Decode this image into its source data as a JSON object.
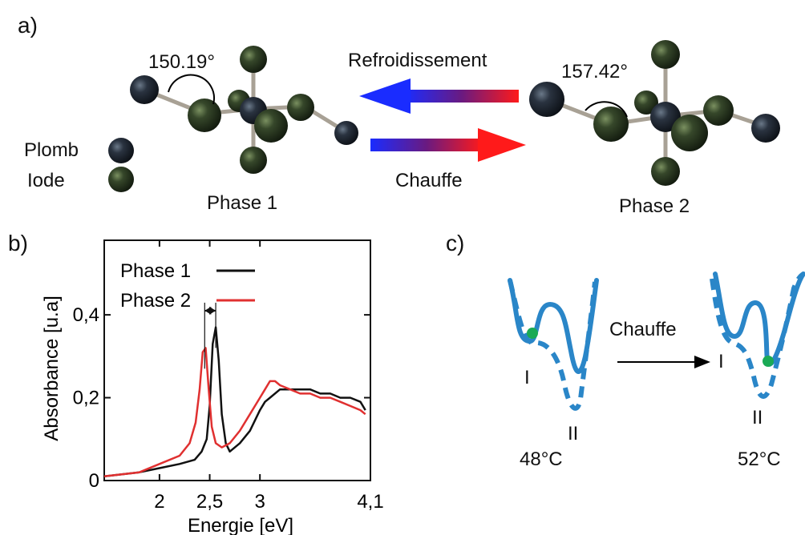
{
  "panel_a": {
    "label": "a)",
    "phase1_angle": "150.19°",
    "phase2_angle": "157.42°",
    "phase1_label": "Phase 1",
    "phase2_label": "Phase 2",
    "arrow_top_label": "Refroidissement",
    "arrow_bottom_label": "Chauffe",
    "legend": [
      {
        "label": "Plomb",
        "color": "#2a3340"
      },
      {
        "label": "Iode",
        "color": "#36472a"
      }
    ]
  },
  "panel_b": {
    "label": "b)"
  },
  "panel_c": {
    "label": "c)",
    "arrow_label": "Chauffe",
    "left_state_1": "I",
    "left_state_2": "II",
    "right_state_1": "I",
    "right_state_2": "II",
    "left_temp": "48°C",
    "right_temp": "52°C",
    "curve_color": "#2a86c8",
    "dot_color": "#1aaa55"
  },
  "chart_data": {
    "type": "line",
    "xlabel": "Energie [eV]",
    "ylabel": "Absorbance [u.a]",
    "xlim": [
      1.45,
      4.1
    ],
    "ylim": [
      0,
      0.58
    ],
    "x_ticks": [
      {
        "value": 2,
        "label": "2"
      },
      {
        "value": 2.5,
        "label": "2,5"
      },
      {
        "value": 3,
        "label": "3"
      },
      {
        "value": 4.1,
        "label": "4,1"
      }
    ],
    "y_ticks": [
      {
        "value": 0,
        "label": "0"
      },
      {
        "value": 0.2,
        "label": "0,2"
      },
      {
        "value": 0.4,
        "label": "0,4"
      }
    ],
    "legend_position": "top-left",
    "series": [
      {
        "name": "Phase 1",
        "color": "#111111",
        "x": [
          1.45,
          1.8,
          2.0,
          2.2,
          2.35,
          2.42,
          2.47,
          2.5,
          2.53,
          2.56,
          2.59,
          2.62,
          2.66,
          2.7,
          2.8,
          2.9,
          3.0,
          3.05,
          3.1,
          3.2,
          3.3,
          3.4,
          3.5,
          3.6,
          3.7,
          3.8,
          3.9,
          4.0,
          4.05
        ],
        "values": [
          0.01,
          0.02,
          0.03,
          0.04,
          0.05,
          0.07,
          0.1,
          0.18,
          0.33,
          0.37,
          0.29,
          0.16,
          0.09,
          0.07,
          0.09,
          0.12,
          0.17,
          0.19,
          0.2,
          0.22,
          0.22,
          0.22,
          0.22,
          0.21,
          0.21,
          0.2,
          0.2,
          0.19,
          0.17
        ]
      },
      {
        "name": "Phase 2",
        "color": "#e03030",
        "x": [
          1.45,
          1.8,
          2.0,
          2.2,
          2.3,
          2.36,
          2.4,
          2.43,
          2.46,
          2.49,
          2.52,
          2.56,
          2.62,
          2.7,
          2.8,
          2.9,
          3.0,
          3.05,
          3.1,
          3.15,
          3.2,
          3.3,
          3.4,
          3.5,
          3.6,
          3.7,
          3.8,
          3.9,
          4.0,
          4.05
        ],
        "values": [
          0.01,
          0.02,
          0.04,
          0.06,
          0.09,
          0.14,
          0.22,
          0.31,
          0.32,
          0.22,
          0.13,
          0.09,
          0.08,
          0.09,
          0.12,
          0.16,
          0.2,
          0.22,
          0.24,
          0.24,
          0.23,
          0.22,
          0.21,
          0.21,
          0.2,
          0.2,
          0.19,
          0.18,
          0.17,
          0.16
        ]
      }
    ],
    "annotation": "double arrow between peaks at ≈2,45 and ≈2,56 eV"
  }
}
